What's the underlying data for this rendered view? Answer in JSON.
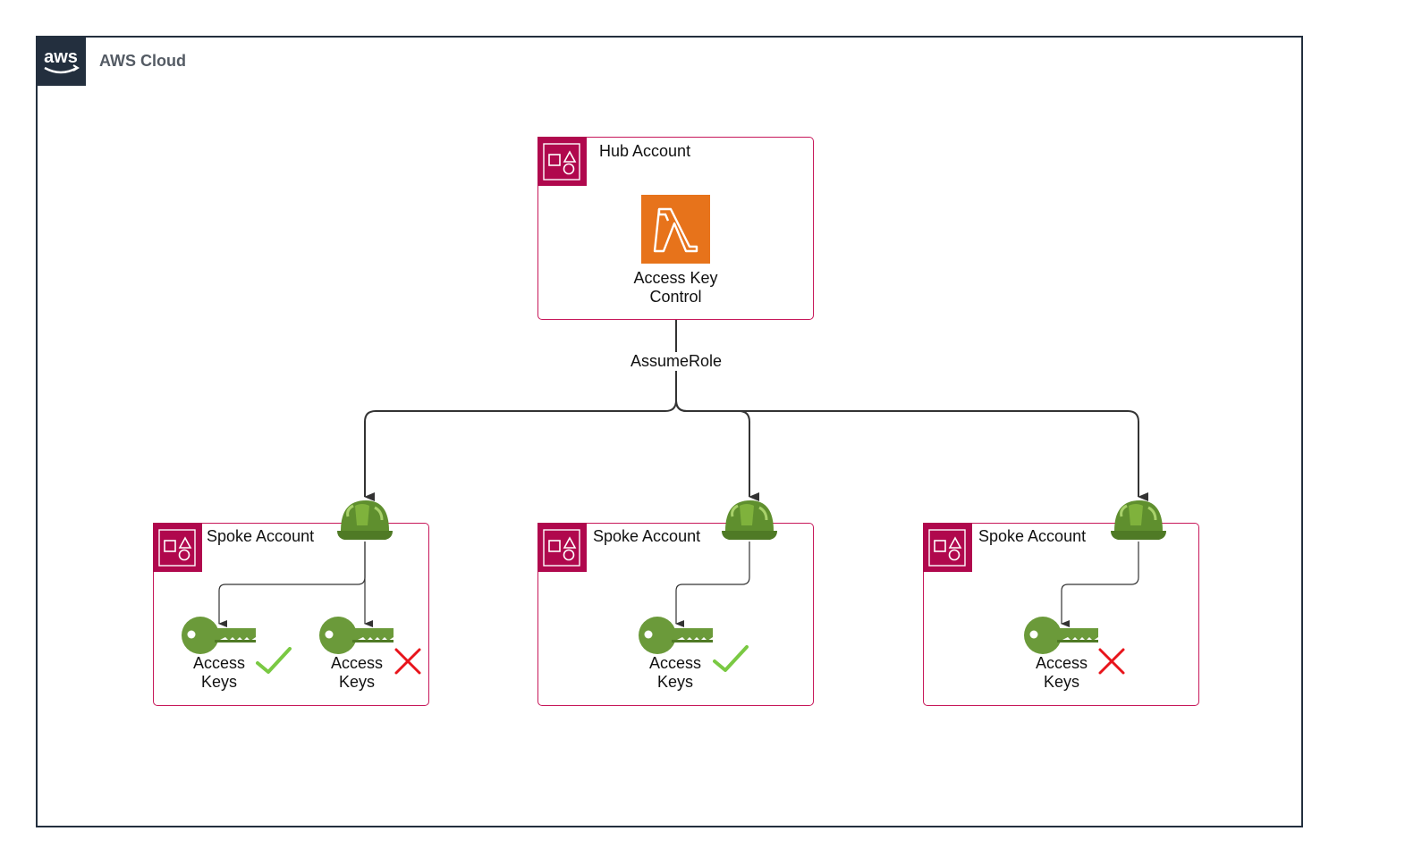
{
  "cloud": {
    "label": "AWS Cloud",
    "logo_text": "aws"
  },
  "hub": {
    "title": "Hub Account",
    "lambda_label_line1": "Access Key",
    "lambda_label_line2": "Control",
    "accent_color": "#e7731b"
  },
  "edge_label": "AssumeRole",
  "spokes": [
    {
      "title": "Spoke Account",
      "keys": [
        {
          "line1": "Access",
          "line2": "Keys",
          "status": "allowed"
        },
        {
          "line1": "Access",
          "line2": "Keys",
          "status": "denied"
        }
      ]
    },
    {
      "title": "Spoke Account",
      "keys": [
        {
          "line1": "Access",
          "line2": "Keys",
          "status": "allowed"
        }
      ]
    },
    {
      "title": "Spoke Account",
      "keys": [
        {
          "line1": "Access",
          "line2": "Keys",
          "status": "denied"
        }
      ]
    }
  ],
  "colors": {
    "account_border": "#c7185a",
    "account_icon": "#b0084d",
    "key_green": "#6b9a3a",
    "check": "#7ac943",
    "cross": "#e8141b"
  },
  "icons": [
    "aws-logo-icon",
    "account-group-icon",
    "lambda-icon",
    "iam-role-helmet-icon",
    "access-key-icon",
    "checkmark-icon",
    "cross-icon"
  ]
}
